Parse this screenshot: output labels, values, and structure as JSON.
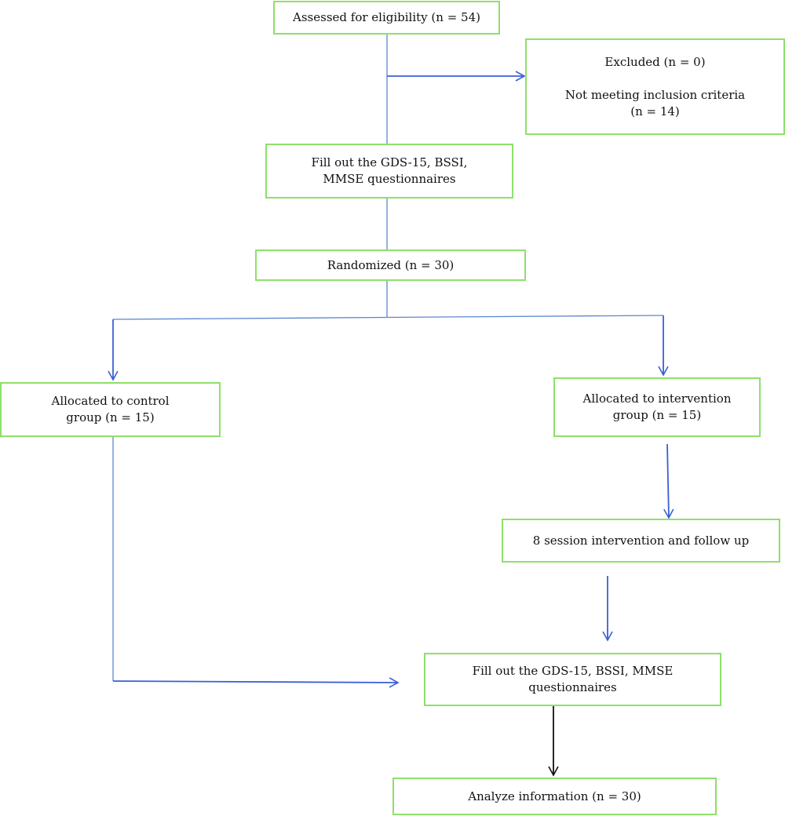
{
  "colors": {
    "box_border": "#8ee06a",
    "connector_blue": "#3a5fd6",
    "connector_light": "#5b86d0",
    "connector_black": "#111111"
  },
  "boxes": {
    "assessed": {
      "line1": "Assessed for eligibility (n = 54)"
    },
    "excluded": {
      "line1": "Excluded (n = 0)",
      "line2": "Not meeting inclusion criteria",
      "line3": "(n = 14)"
    },
    "fill_pre": {
      "line1": "Fill out the GDS-15, BSSI,",
      "line2": "MMSE questionnaires"
    },
    "randomized": {
      "line1": "Randomized (n = 30)"
    },
    "control": {
      "line1": "Allocated to control",
      "line2": "group (n = 15)"
    },
    "intervention": {
      "line1": "Allocated to intervention",
      "line2": "group (n = 15)"
    },
    "session": {
      "line1": "8 session intervention and follow up"
    },
    "fill_post": {
      "line1": "Fill out the GDS-15, BSSI, MMSE",
      "line2": "questionnaires"
    },
    "analyze": {
      "line1": "Analyze information (n = 30)"
    }
  }
}
